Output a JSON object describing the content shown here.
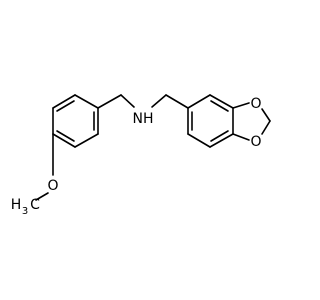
{
  "molecule": {
    "atoms": {
      "nh": "NH",
      "o_ether": "O",
      "o_ring_top": "O",
      "o_ring_bottom": "O",
      "methyl_h": "H",
      "methyl_sub": "3",
      "methyl_c": "C"
    }
  }
}
